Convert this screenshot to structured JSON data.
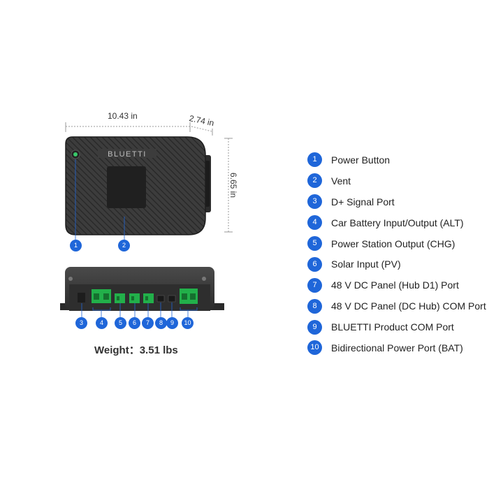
{
  "dimensions": {
    "width": "10.43 in",
    "depth": "2.74 in",
    "height": "6.65 in"
  },
  "device": {
    "brand": "BLUETTI"
  },
  "top_view_callouts": [
    "1",
    "2"
  ],
  "front_view_callouts": [
    "3",
    "4",
    "5",
    "6",
    "7",
    "8",
    "9",
    "10"
  ],
  "weight": "Weight：3.51 lbs",
  "legend": [
    {
      "num": "1",
      "label": "Power Button"
    },
    {
      "num": "2",
      "label": "Vent"
    },
    {
      "num": "3",
      "label": "D+ Signal Port"
    },
    {
      "num": "4",
      "label": "Car Battery Input/Output (ALT)"
    },
    {
      "num": "5",
      "label": "Power Station Output (CHG)"
    },
    {
      "num": "6",
      "label": "Solar Input (PV)"
    },
    {
      "num": "7",
      "label": "48 V DC Panel (Hub D1) Port"
    },
    {
      "num": "8",
      "label": "48 V DC Panel (DC Hub) COM Port"
    },
    {
      "num": "9",
      "label": "BLUETTI Product COM Port"
    },
    {
      "num": "10",
      "label": "Bidirectional Power Port (BAT)"
    }
  ],
  "colors": {
    "badge": "#1f66d9",
    "housing": "#3a3a3a",
    "terminal_green": "#22b04a",
    "power_led": "#39c96a"
  }
}
